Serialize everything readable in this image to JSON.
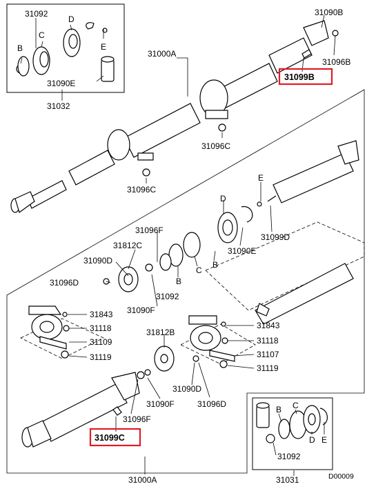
{
  "diagram_code": "D00009",
  "highlight_color": "#e01b24",
  "labels": {
    "l31092_top": "31092",
    "l31090b": "31090B",
    "lB_top": "B",
    "lC_top": "C",
    "lD_top": "D",
    "lE_top": "E",
    "l31096b": "31096B",
    "l31090e_top": "31090E",
    "l31000a_top": "31000A",
    "l31099b": "31099B",
    "l31032": "31032",
    "l31096c_mid": "31096C",
    "l31096c_left": "31096C",
    "lE_mid": "E",
    "lD_mid": "D",
    "l31099d": "31099D",
    "l31096f_top": "31096F",
    "l31812c": "31812C",
    "l31090e_mid": "31090E",
    "l31090d_left": "31090D",
    "lC_mid": "C",
    "lB_mid": "B",
    "l31096d_left": "31096D",
    "lB_mid2": "B",
    "l31092_mid": "31092",
    "l31090f_mid": "31090F",
    "l31843_left": "31843",
    "l31118_left": "31118",
    "l31109": "31109",
    "l31119_left": "31119",
    "l31843_right": "31843",
    "l31118_right": "31118",
    "l31107": "31107",
    "l31119_right": "31119",
    "l31812b": "31812B",
    "l31090d_bot": "31090D",
    "l31096d_bot": "31096D",
    "l31090f_bot": "31090F",
    "l31096f_bot": "31096F",
    "l31099c": "31099C",
    "l31000a_bot": "31000A",
    "lB_bot": "B",
    "lC_bot": "C",
    "lD_bot": "D",
    "lE_bot": "E",
    "l31092_bot": "31092",
    "l31031": "31031"
  }
}
